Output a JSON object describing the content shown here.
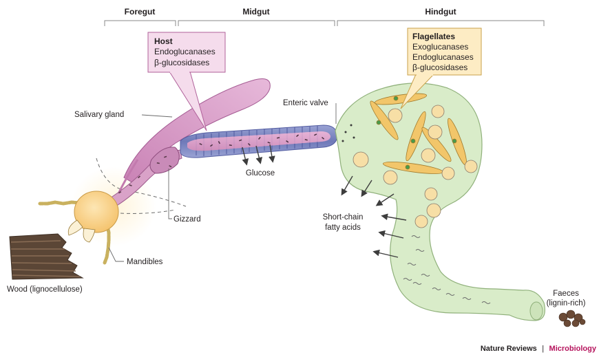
{
  "sections": {
    "foregut": "Foregut",
    "midgut": "Midgut",
    "hindgut": "Hindgut"
  },
  "host_box": {
    "title": "Host",
    "lines": [
      "Endoglucanases",
      "β-glucosidases"
    ]
  },
  "flagellates_box": {
    "title": "Flagellates",
    "lines": [
      "Exoglucanases",
      "Endoglucanases",
      "β-glucosidases"
    ]
  },
  "labels": {
    "salivary_gland": "Salivary gland",
    "enteric_valve": "Enteric valve",
    "glucose": "Glucose",
    "gizzard": "Gizzard",
    "short_chain_line1": "Short-chain",
    "short_chain_line2": "fatty acids",
    "mandibles": "Mandibles",
    "wood": "Wood (lignocellulose)",
    "faeces_line1": "Faeces",
    "faeces_line2": "(lignin-rich)"
  },
  "credit": {
    "journal": "Nature Reviews",
    "separator": "|",
    "subject": "Microbiology"
  },
  "colors": {
    "host_box_fill": "#f5dcec",
    "host_box_stroke": "#b0619a",
    "flagellate_box_fill": "#fdecc4",
    "flagellate_box_stroke": "#c9a14a",
    "salivary_gland": "#dba6cc",
    "midgut_band": "#7f8ac4",
    "hindgut_fill": "#d9ecc9",
    "hindgut_stroke": "#8fb07a",
    "head": "#fbd48d",
    "wood": "#5b4636",
    "faeces": "#6b4a36",
    "credit_accent": "#b5135c"
  }
}
